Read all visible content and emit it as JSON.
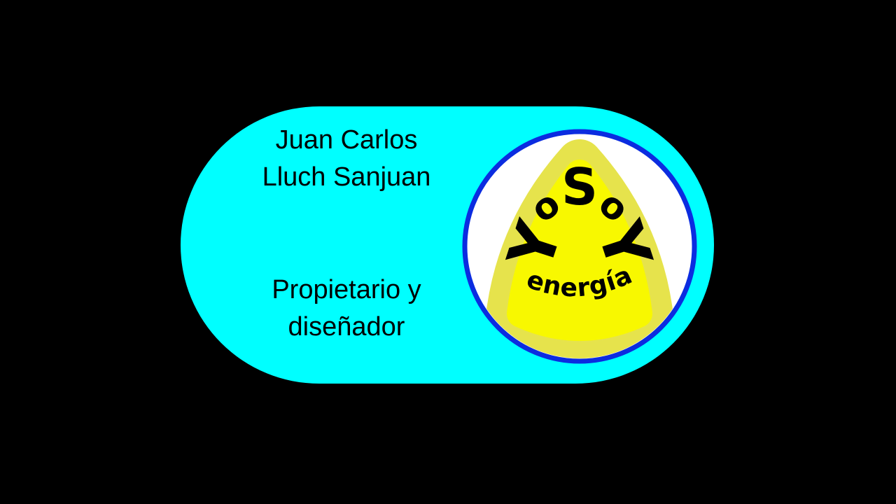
{
  "canvas": {
    "background": "#000000"
  },
  "card": {
    "bg": "#00ffff",
    "text_color": "#000000",
    "name_line1": "Juan Carlos",
    "name_line2": "Lluch Sanjuan",
    "role_line1": "Propietario y",
    "role_line2": "diseñador"
  },
  "logo": {
    "circle_fill": "#ffffff",
    "circle_stroke": "#0b2ce0",
    "triangle_outer": "#e6e34c",
    "triangle_inner": "#f8f800",
    "letter_color": "#000000",
    "letters": {
      "y_left": "Y",
      "o_left": "o",
      "s": "S",
      "o_right": "o",
      "y_right": "Y"
    },
    "arc_text": "energía"
  }
}
